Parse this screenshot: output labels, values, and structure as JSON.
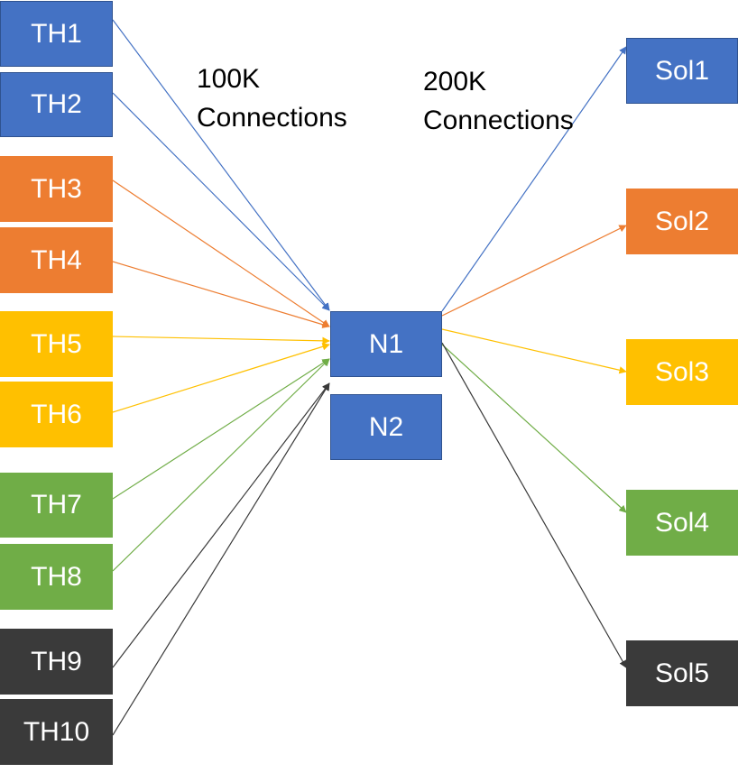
{
  "labels": {
    "left_count": "100K",
    "left_unit": "Connections",
    "right_count": "200K",
    "right_unit": "Connections"
  },
  "colors": {
    "blue": "#4472c4",
    "orange": "#ed7d31",
    "yellow": "#ffc000",
    "green": "#70ad47",
    "dark": "#3a3a3a"
  },
  "sources": [
    {
      "id": "th1",
      "label": "TH1",
      "color": "blue"
    },
    {
      "id": "th2",
      "label": "TH2",
      "color": "blue"
    },
    {
      "id": "th3",
      "label": "TH3",
      "color": "orange"
    },
    {
      "id": "th4",
      "label": "TH4",
      "color": "orange"
    },
    {
      "id": "th5",
      "label": "TH5",
      "color": "yellow"
    },
    {
      "id": "th6",
      "label": "TH6",
      "color": "yellow"
    },
    {
      "id": "th7",
      "label": "TH7",
      "color": "green"
    },
    {
      "id": "th8",
      "label": "TH8",
      "color": "green"
    },
    {
      "id": "th9",
      "label": "TH9",
      "color": "dark"
    },
    {
      "id": "th10",
      "label": "TH10",
      "color": "dark"
    }
  ],
  "hubs": [
    {
      "id": "n1",
      "label": "N1",
      "color": "blue"
    },
    {
      "id": "n2",
      "label": "N2",
      "color": "blue"
    }
  ],
  "targets": [
    {
      "id": "sol1",
      "label": "Sol1",
      "color": "blue"
    },
    {
      "id": "sol2",
      "label": "Sol2",
      "color": "orange"
    },
    {
      "id": "sol3",
      "label": "Sol3",
      "color": "yellow"
    },
    {
      "id": "sol4",
      "label": "Sol4",
      "color": "green"
    },
    {
      "id": "sol5",
      "label": "Sol5",
      "color": "dark"
    }
  ]
}
